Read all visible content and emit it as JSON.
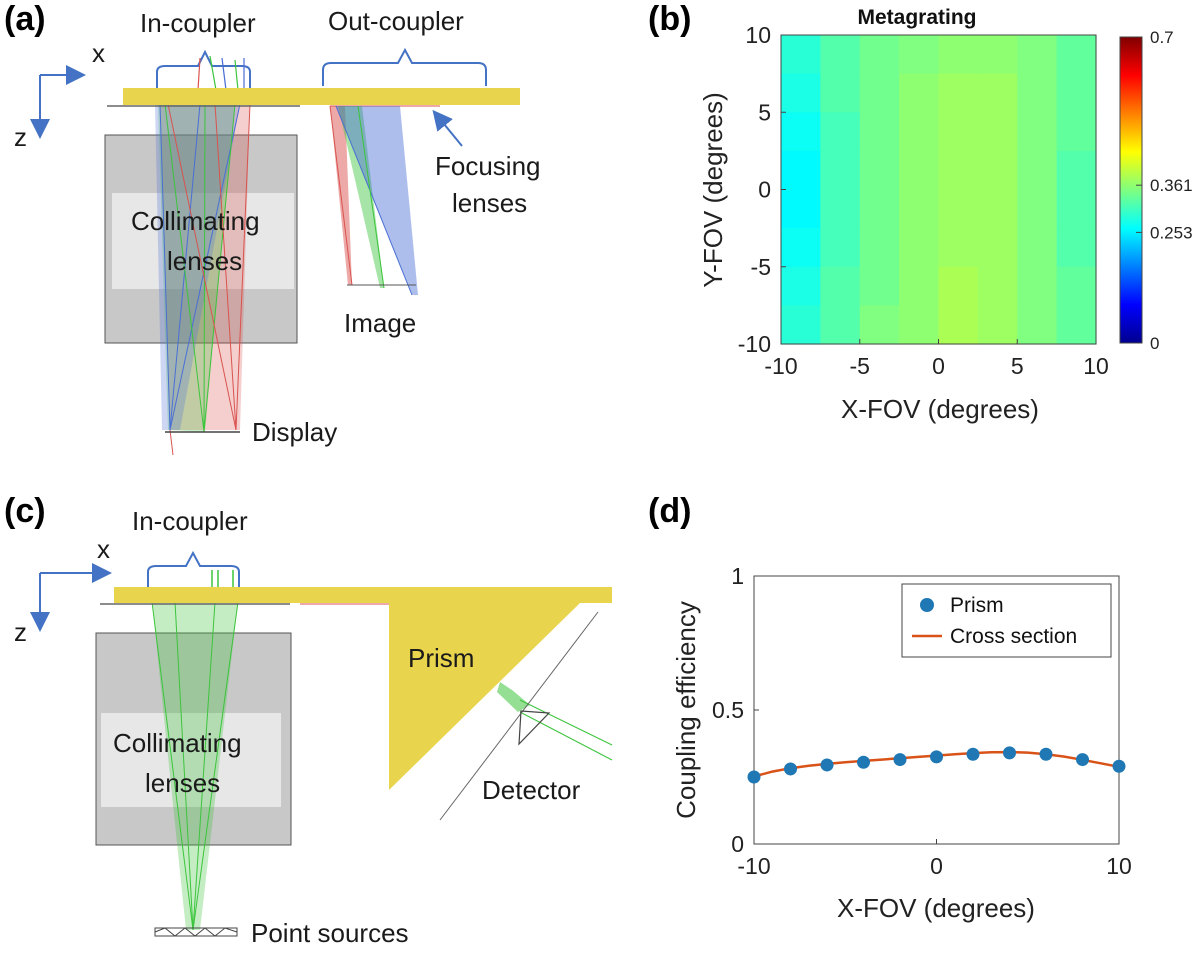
{
  "panels": {
    "a": {
      "label": "(a)",
      "axis_x": "x",
      "axis_z": "z",
      "in_coupler": "In-coupler",
      "out_coupler": "Out-coupler",
      "focusing_line1": "Focusing",
      "focusing_line2": "lenses",
      "collimating_line1": "Collimating",
      "collimating_line2": "lenses",
      "image": "Image",
      "display": "Display"
    },
    "b": {
      "label": "(b)"
    },
    "c": {
      "label": "(c)",
      "axis_x": "x",
      "axis_z": "z",
      "in_coupler": "In-coupler",
      "prism": "Prism",
      "detector": "Detector",
      "collimating_line1": "Collimating",
      "collimating_line2": "lenses",
      "point_sources": "Point sources"
    },
    "d": {
      "label": "(d)"
    }
  },
  "colors": {
    "waveguide": "#e8d44d",
    "lens_box": "#c8c8c8",
    "axis_arrow": "#4472c4",
    "red_beam": "#d9534f",
    "green_beam": "#3cc43c",
    "blue_beam": "#4a6fd4",
    "prism_scatter": "#1f77b4",
    "cross_section_line": "#d95319"
  },
  "chart_data": [
    {
      "type": "heatmap",
      "title": "Metagrating",
      "xlabel": "X-FOV (degrees)",
      "ylabel": "Y-FOV (degrees)",
      "xlim": [
        -10,
        10
      ],
      "ylim": [
        -10,
        10
      ],
      "xticks": [
        "-10",
        "-5",
        "0",
        "5",
        "10"
      ],
      "yticks": [
        "10",
        "5",
        "0",
        "-5",
        "-10"
      ],
      "colorbar": {
        "range": [
          0,
          0.7
        ],
        "ticks": [
          "0.7",
          "0.361",
          "0.253",
          "0"
        ],
        "colormap": "jet"
      },
      "values": [
        [
          0.29,
          0.32,
          0.34,
          0.35,
          0.36,
          0.36,
          0.35,
          0.33
        ],
        [
          0.28,
          0.32,
          0.34,
          0.36,
          0.37,
          0.37,
          0.35,
          0.33
        ],
        [
          0.27,
          0.31,
          0.34,
          0.36,
          0.37,
          0.37,
          0.35,
          0.33
        ],
        [
          0.26,
          0.31,
          0.34,
          0.36,
          0.37,
          0.37,
          0.35,
          0.32
        ],
        [
          0.26,
          0.31,
          0.34,
          0.36,
          0.37,
          0.37,
          0.35,
          0.32
        ],
        [
          0.27,
          0.31,
          0.34,
          0.36,
          0.37,
          0.37,
          0.35,
          0.32
        ],
        [
          0.28,
          0.32,
          0.34,
          0.36,
          0.38,
          0.37,
          0.35,
          0.33
        ],
        [
          0.29,
          0.32,
          0.35,
          0.36,
          0.38,
          0.37,
          0.35,
          0.33
        ]
      ]
    },
    {
      "type": "line",
      "xlabel": "X-FOV (degrees)",
      "ylabel": "Coupling efficiency",
      "xlim": [
        -10,
        10
      ],
      "ylim": [
        0,
        1
      ],
      "xticks": [
        "-10",
        "0",
        "10"
      ],
      "yticks": [
        "1",
        "0.5",
        "0"
      ],
      "legend_position": "top-right",
      "series": [
        {
          "name": "Prism",
          "style": "scatter",
          "x": [
            -10,
            -8,
            -6,
            -4,
            -2,
            0,
            2,
            4,
            6,
            8,
            10
          ],
          "y": [
            0.25,
            0.28,
            0.295,
            0.305,
            0.315,
            0.325,
            0.335,
            0.34,
            0.335,
            0.315,
            0.29
          ]
        },
        {
          "name": "Cross section",
          "style": "line",
          "x": [
            -10,
            -9,
            -8,
            -7,
            -6,
            -5,
            -4,
            -3,
            -2,
            -1,
            0,
            1,
            2,
            3,
            4,
            5,
            6,
            7,
            8,
            9,
            10
          ],
          "y": [
            0.252,
            0.27,
            0.283,
            0.292,
            0.299,
            0.305,
            0.31,
            0.315,
            0.32,
            0.325,
            0.33,
            0.335,
            0.339,
            0.342,
            0.343,
            0.341,
            0.335,
            0.326,
            0.314,
            0.301,
            0.288
          ]
        }
      ]
    }
  ]
}
